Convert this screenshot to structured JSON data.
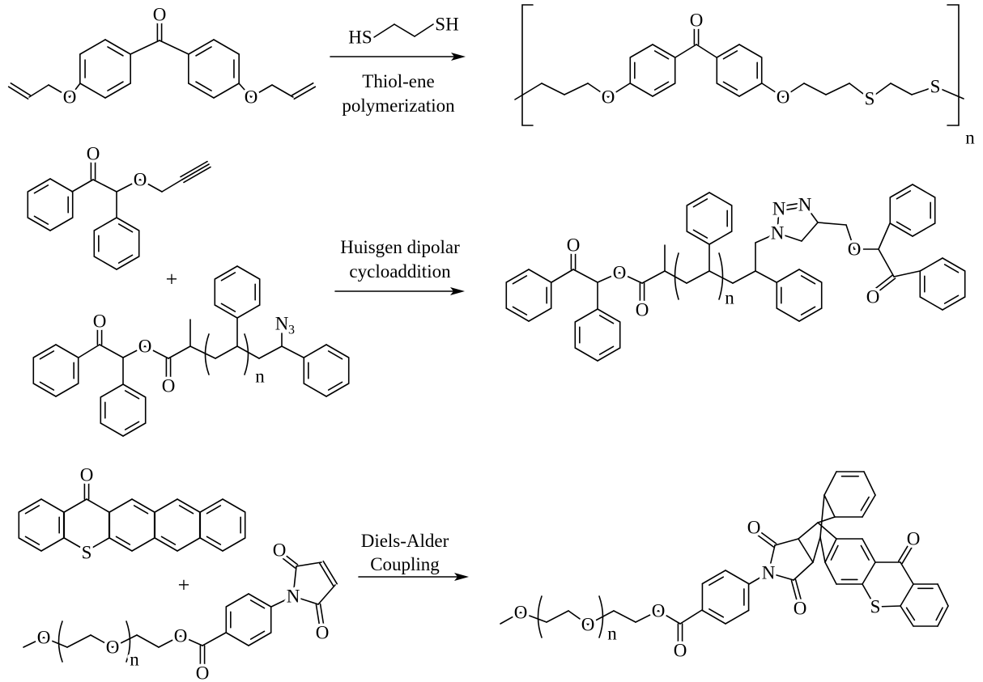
{
  "labels": {
    "oxygen": "O",
    "sulfur": "S",
    "nitrogen": "N",
    "repeat_n": "n",
    "plus": "+",
    "azide_sub": "3",
    "thiol_left": "HS",
    "thiol_right": "SH"
  },
  "reactions": [
    {
      "line1": "Thiol-ene",
      "line2": "polymerization"
    },
    {
      "line1": "Huisgen dipolar",
      "line2": "cycloaddition"
    },
    {
      "line1": "Diels-Alder",
      "line2": "Coupling"
    }
  ]
}
